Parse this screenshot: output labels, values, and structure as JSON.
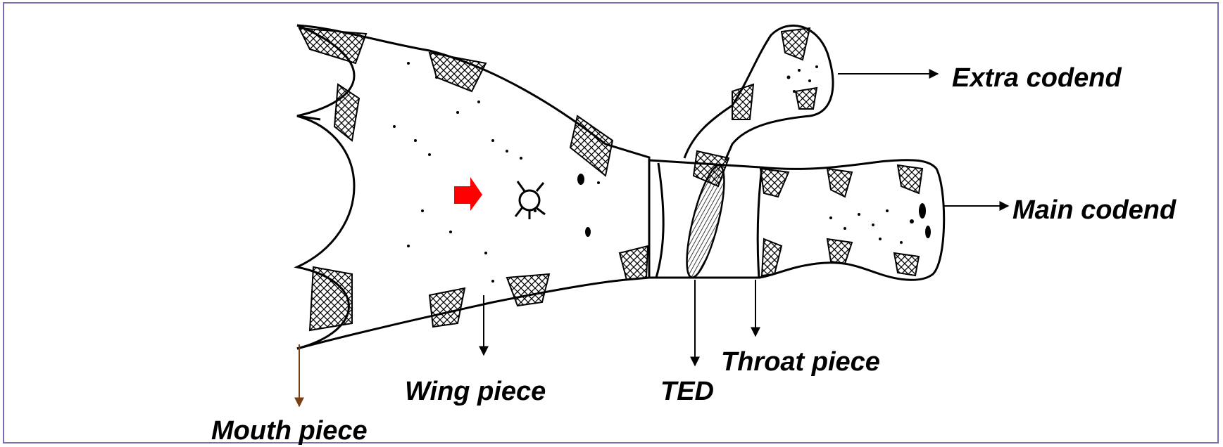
{
  "labels": {
    "extra_codend": "Extra codend",
    "main_codend": "Main codend",
    "throat_piece": "Throat piece",
    "ted": "TED",
    "wing_piece": "Wing piece",
    "mouth_piece": "Mouth piece"
  },
  "colors": {
    "frame": "#7e6ab0",
    "ink": "#000000",
    "mouth_arrow": "#7a3f12",
    "fish_arrow": "#ff0000"
  }
}
